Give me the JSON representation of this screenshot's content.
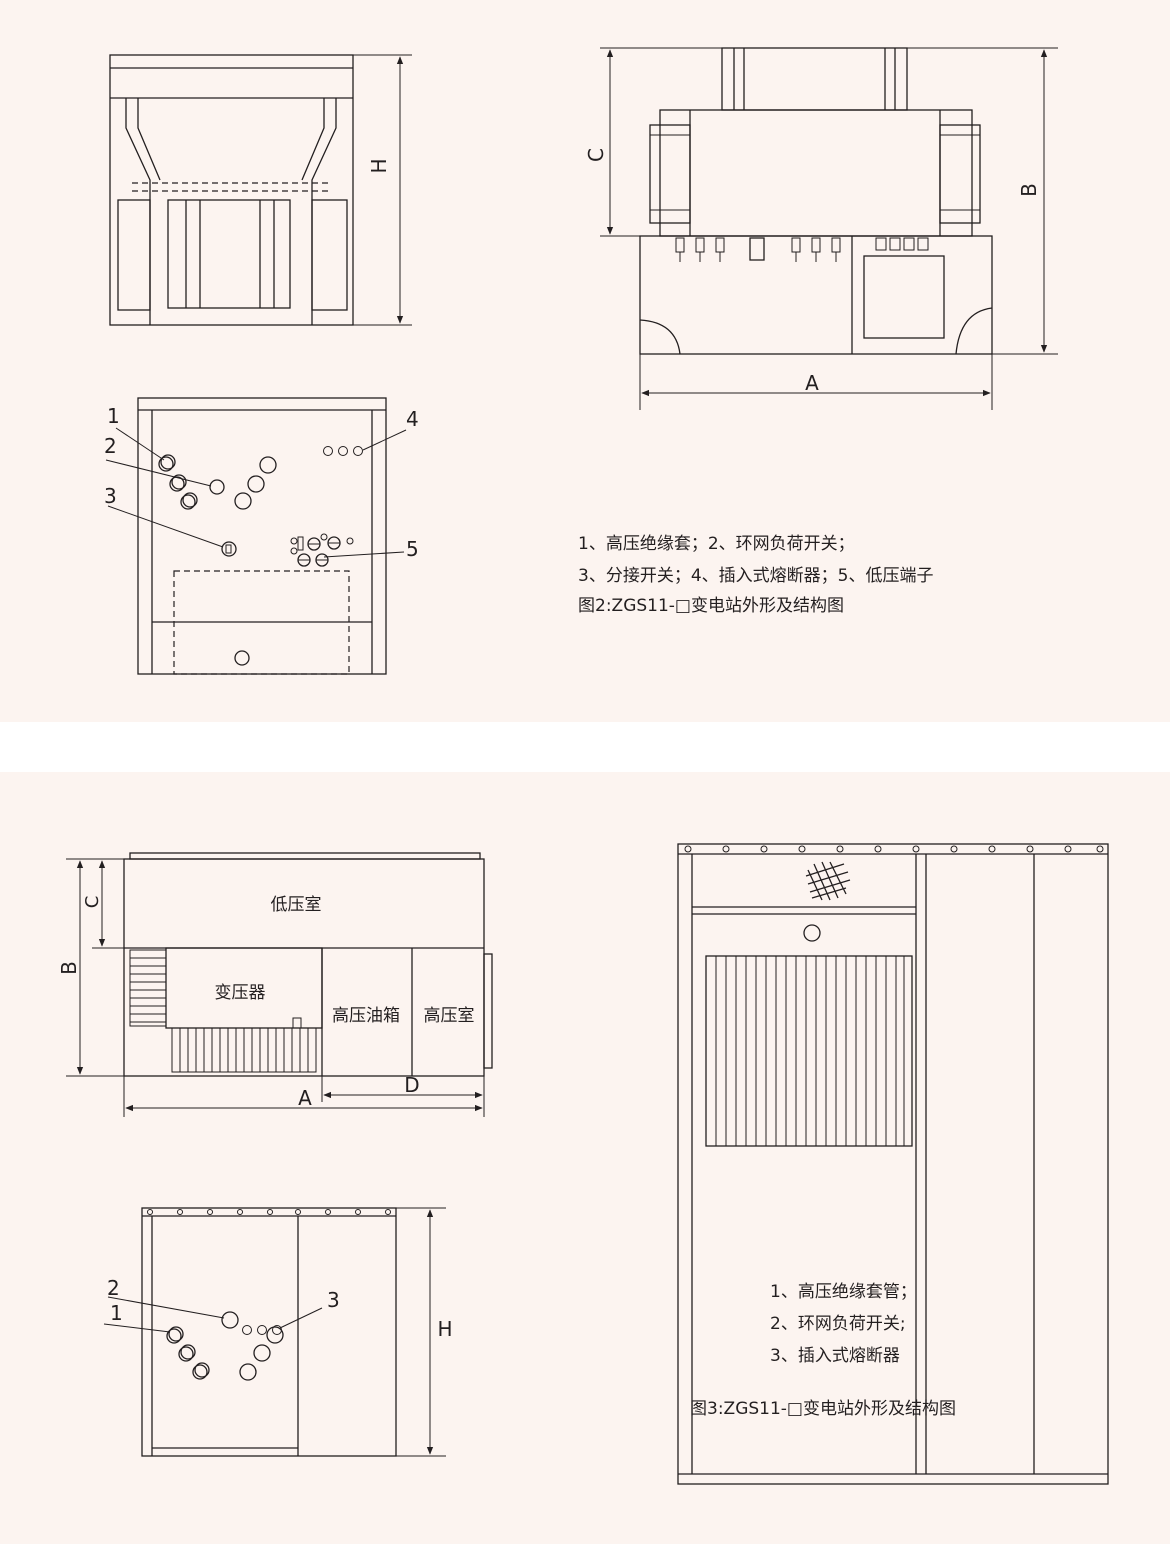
{
  "figure2": {
    "dims": {
      "H": "H",
      "C": "C",
      "B": "B",
      "A": "A"
    },
    "callouts": [
      "1",
      "2",
      "3",
      "4",
      "5"
    ],
    "legend": [
      "1、高压绝缘套；2、环网负荷开关；",
      "3、分接开关；4、插入式熔断器；5、低压端子"
    ],
    "caption": "图2:ZGS11-□变电站外形及结构图"
  },
  "figure3": {
    "dims": {
      "C": "C",
      "B": "B",
      "A": "A",
      "D": "D",
      "H": "H"
    },
    "rooms": {
      "low_voltage": "低压室",
      "transformer": "变压器",
      "hv_oil_tank": "高压油箱",
      "high_voltage": "高压室"
    },
    "callouts": [
      "1",
      "2",
      "3"
    ],
    "legend": [
      "1、高压绝缘套管；",
      "2、环网负荷开关;",
      "3、插入式熔断器"
    ],
    "caption": "图3:ZGS11-□变电站外形及结构图"
  }
}
